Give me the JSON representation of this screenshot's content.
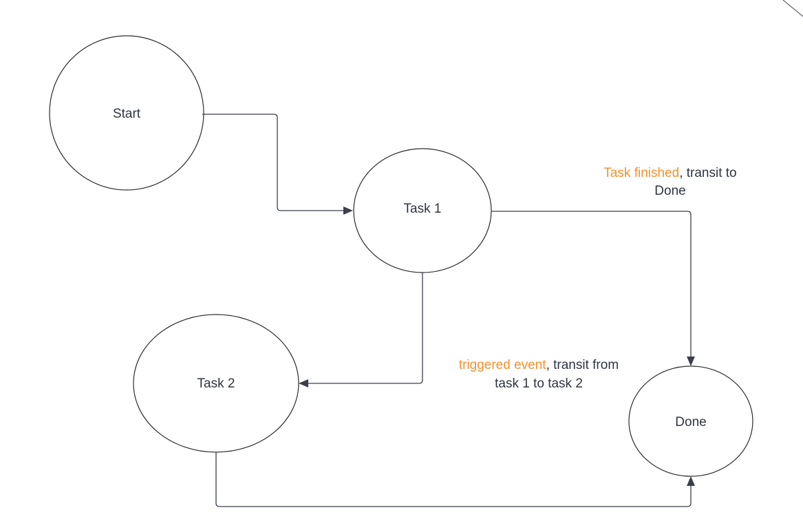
{
  "colors": {
    "text": "#2f3441",
    "highlight": "#f5902e",
    "line": "#3a3f4b",
    "node_stroke": "#2b2b2b",
    "background": "#ffffff"
  },
  "nodes": {
    "start": {
      "label": "Start"
    },
    "task1": {
      "label": "Task 1"
    },
    "task2": {
      "label": "Task 2"
    },
    "done": {
      "label": "Done"
    }
  },
  "edges": {
    "start_to_task1": {},
    "task1_to_done": {
      "label_highlight": "Task finished",
      "label_line1_rest": ", transit to",
      "label_line2": "Done"
    },
    "task1_to_task2": {
      "label_highlight": "triggered event",
      "label_line1_rest": ", transit from",
      "label_line2": "task 1 to task 2"
    },
    "task2_to_done": {}
  }
}
